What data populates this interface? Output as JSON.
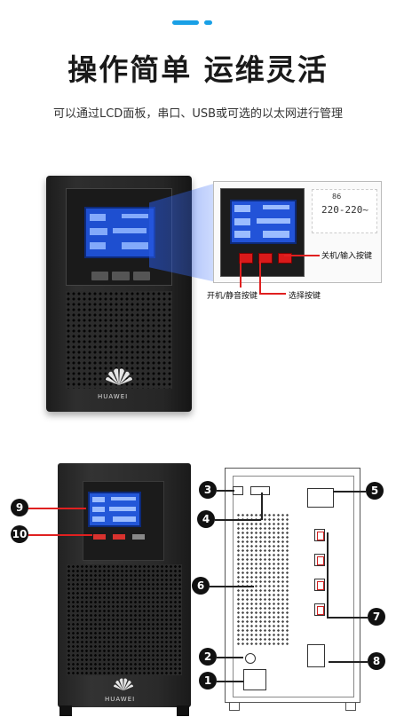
{
  "header": {
    "title": "操作简单 运维灵活",
    "subtitle": "可以通过LCD面板，串口、USB或可选的以太网进行管理"
  },
  "top_product": {
    "brand": "HUAWEI",
    "zoom_display": "220-220~",
    "zoom_small": "86",
    "callouts": {
      "off_input": "关机/输入按键",
      "on_mute": "开机/静音按键",
      "select": "选择按键"
    }
  },
  "bottom_front": {
    "brand": "HUAWEI",
    "markers": [
      "9",
      "10"
    ]
  },
  "bottom_rear": {
    "markers": [
      "1",
      "2",
      "3",
      "4",
      "5",
      "6",
      "7",
      "8"
    ]
  },
  "colors": {
    "accent": "#19a0e6",
    "lcd_blue": "#2253d8",
    "callout_red": "#e02020"
  }
}
